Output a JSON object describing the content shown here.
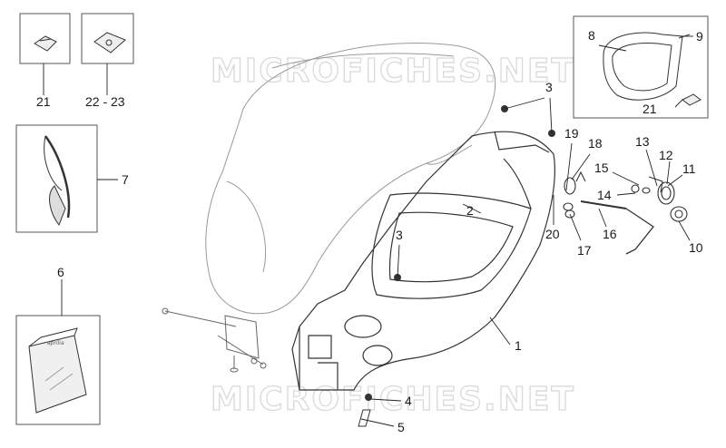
{
  "watermark": "MICROFICHES.NET",
  "brand_mark": "aprilia",
  "callouts": {
    "c1": "1",
    "c2": "2",
    "c3a": "3",
    "c3b": "3",
    "c4": "4",
    "c5": "5",
    "c6": "6",
    "c7": "7",
    "c8": "8",
    "c9": "9",
    "c10": "10",
    "c11": "11",
    "c12": "12",
    "c13": "13",
    "c14": "14",
    "c15": "15",
    "c16": "16",
    "c17": "17",
    "c18": "18",
    "c19": "19",
    "c20": "20",
    "c21": "21",
    "c21b": "21",
    "c2223": "22 - 23"
  }
}
